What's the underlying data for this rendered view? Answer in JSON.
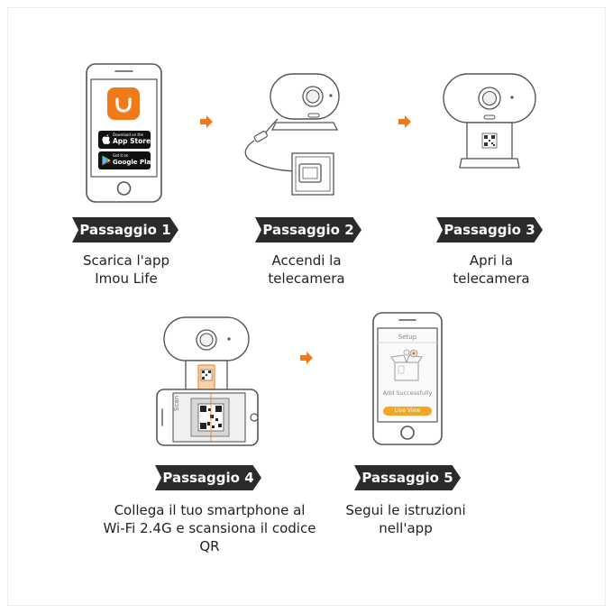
{
  "colors": {
    "accent": "#f07a1a",
    "badge_bg": "#2b2b2b",
    "outline": "#555555"
  },
  "steps": [
    {
      "badge": "Passaggio 1",
      "caption_lines": [
        "Scarica l'app",
        "Imou Life"
      ]
    },
    {
      "badge": "Passaggio 2",
      "caption_lines": [
        "Accendi la",
        "telecamera"
      ]
    },
    {
      "badge": "Passaggio 3",
      "caption_lines": [
        "Apri la",
        "telecamera"
      ]
    },
    {
      "badge": "Passaggio 4",
      "caption_lines": [
        "Collega il tuo smartphone al",
        "Wi-Fi 2.4G e scansiona il codice",
        "QR"
      ]
    },
    {
      "badge": "Passaggio 5",
      "caption_lines": [
        "Segui le istruzioni",
        "nell'app"
      ]
    }
  ],
  "phone1": {
    "app_store_small": "Download on the",
    "app_store": "App Store",
    "google_play_small": "Get it on",
    "google_play": "Google Play"
  },
  "phone4": {
    "scan_label": "Scan"
  },
  "phone5": {
    "header": "Setup",
    "success": "Add Successfully",
    "button": "Live View"
  },
  "icons": [
    "imou-app-icon",
    "apple-icon",
    "google-play-icon",
    "camera-icon",
    "power-adapter-icon",
    "qr-code-icon",
    "gift-box-icon",
    "arrow-right-icon"
  ]
}
